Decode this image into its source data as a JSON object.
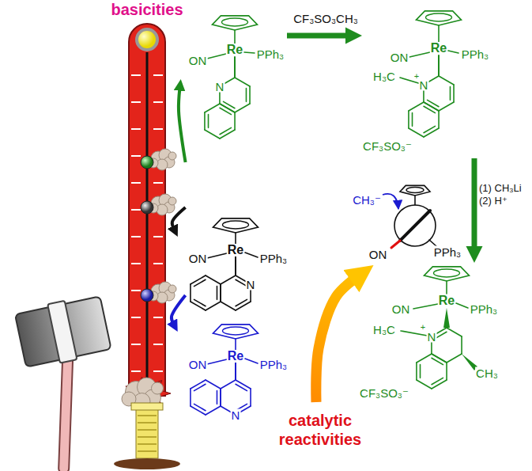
{
  "diagram": {
    "nodes": [
      {
        "text": [
          "basicities"
        ]
      },
      {
        "text": [
          "ON",
          "Re",
          "PPh₃",
          "N"
        ]
      },
      {
        "text": [
          "ON",
          "Re",
          "PPh₃",
          "N"
        ]
      },
      {
        "text": [
          "ON",
          "Re",
          "PPh₃",
          "N"
        ]
      },
      {
        "text": [
          "ON",
          "Re",
          "PPh₃",
          "H₃C",
          "+",
          "N",
          "CF₃SO₃⁻"
        ]
      },
      {
        "text": [
          "CH₃⁻",
          "ON",
          "PPh₃"
        ]
      },
      {
        "text": [
          "ON",
          "Re",
          "PPh₃",
          "H₃C",
          "+",
          "N",
          "CF₃SO₃⁻",
          "CH₃"
        ]
      },
      {
        "text": [
          "catalytic reactivities"
        ]
      }
    ],
    "edges": [
      {
        "from": 0,
        "to": 1,
        "arrow": "to"
      },
      {
        "from": 0,
        "to": 2,
        "arrow": "to"
      },
      {
        "from": 0,
        "to": 3,
        "arrow": "to"
      },
      {
        "from": 1,
        "to": 4,
        "label": "CF₃SO₃CH₃",
        "arrow": "to"
      },
      {
        "from": 4,
        "to": 6,
        "label": "(1) CH₃Li (2) H⁺",
        "arrow": "to"
      },
      {
        "from": 7,
        "to": 5,
        "arrow": "to"
      }
    ]
  }
}
